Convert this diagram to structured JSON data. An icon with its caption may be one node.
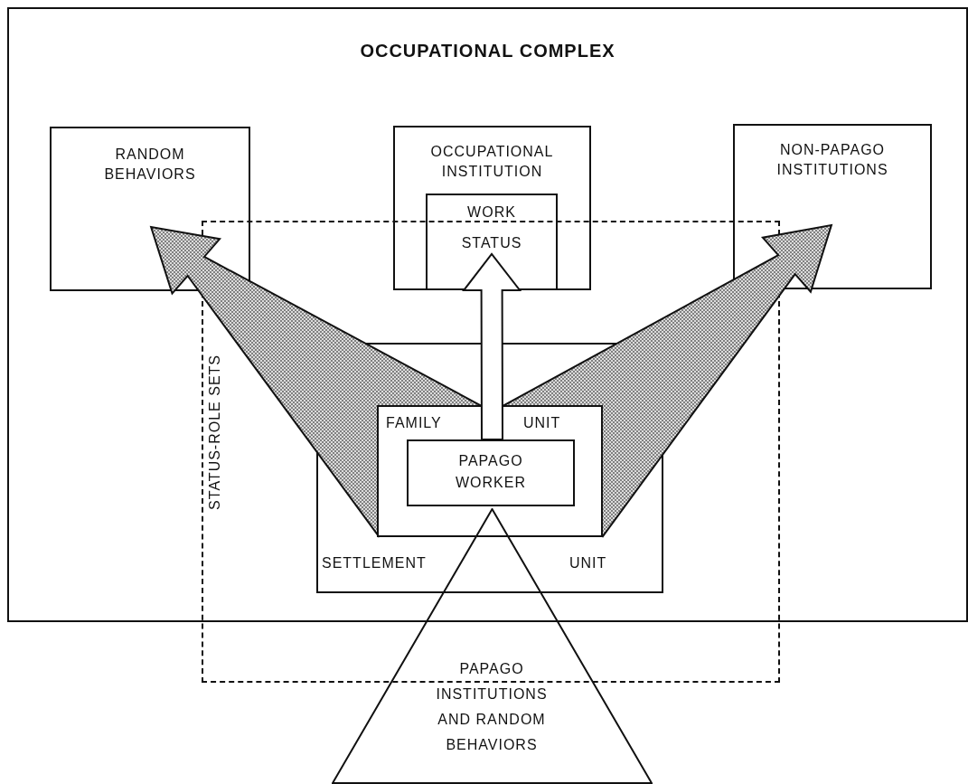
{
  "diagram": {
    "nodes": [
      {
        "text": [
          "OCCUPATIONAL COMPLEX"
        ]
      },
      {
        "text": [
          "RANDOM BEHAVIORS"
        ],
        "in": 0
      },
      {
        "text": [
          "OCCUPATIONAL INSTITUTION"
        ],
        "in": 0
      },
      {
        "text": [
          "WORK STATUS"
        ],
        "in": 2
      },
      {
        "text": [
          "NON-PAPAGO INSTITUTIONS"
        ],
        "in": 0
      },
      {
        "text": [
          "STATUS-ROLE SETS"
        ]
      },
      {
        "text": [
          "SETTLEMENT",
          "UNIT"
        ],
        "in": 5
      },
      {
        "text": [
          "FAMILY",
          "UNIT"
        ],
        "in": 6
      },
      {
        "text": [
          "PAPAGO WORKER"
        ],
        "in": 7
      },
      {
        "text": [
          "PAPAGO INSTITUTIONS AND RANDOM BEHAVIORS"
        ]
      }
    ],
    "edges": [
      {
        "from": 7,
        "to": 1,
        "arrow": "to"
      },
      {
        "from": 8,
        "to": 3,
        "arrow": "to"
      },
      {
        "from": 7,
        "to": 4,
        "arrow": "to"
      }
    ]
  }
}
